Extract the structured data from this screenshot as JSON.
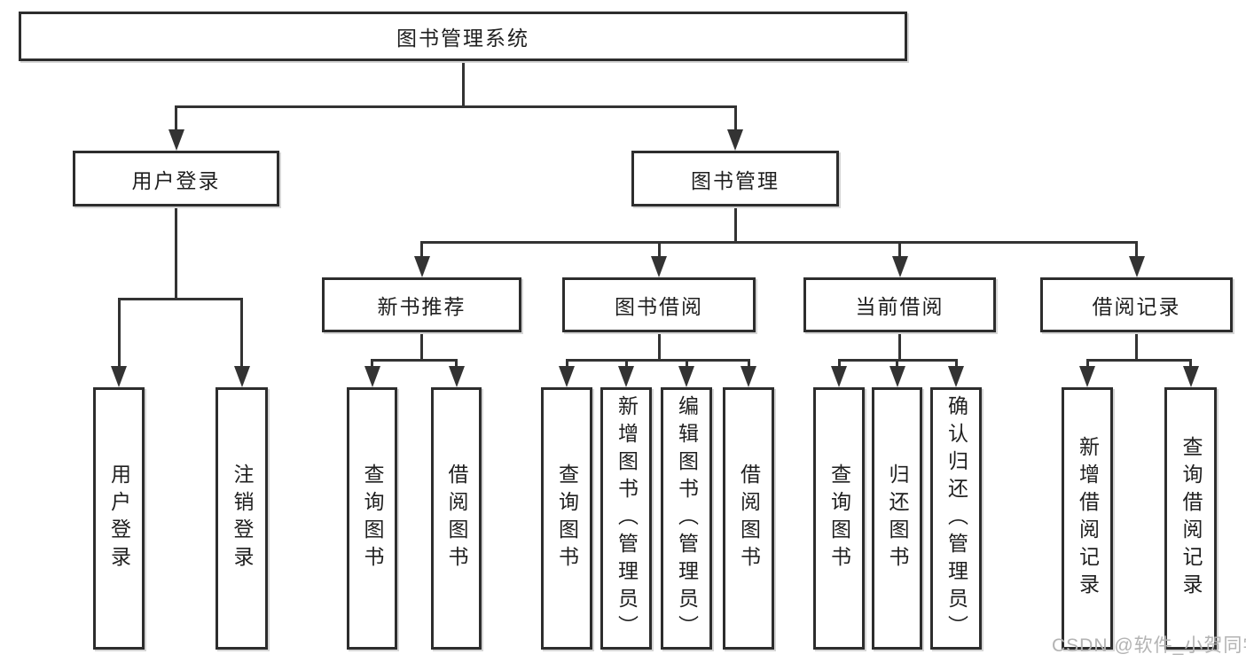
{
  "watermark": "CSDN @软件_小贺同学",
  "colors": {
    "line": "#333333",
    "box_border": "#2d2d2d",
    "text": "#1f1f1f",
    "watermark": "#b3b3b3",
    "background": "#ffffff"
  },
  "tree": {
    "id": "root",
    "label": "图书管理系统",
    "children": [
      {
        "id": "user-login",
        "label": "用户登录",
        "children": [
          {
            "id": "user-login-action",
            "label": "用户登录",
            "vertical": true
          },
          {
            "id": "logout",
            "label": "注销登录",
            "vertical": true
          }
        ]
      },
      {
        "id": "book-mgmt",
        "label": "图书管理",
        "children": [
          {
            "id": "new-book-recommend",
            "label": "新书推荐",
            "children": [
              {
                "id": "nbr-query-book",
                "label": "查询图书",
                "vertical": true
              },
              {
                "id": "nbr-borrow-book",
                "label": "借阅图书",
                "vertical": true
              }
            ]
          },
          {
            "id": "book-borrow",
            "label": "图书借阅",
            "children": [
              {
                "id": "bb-query-book",
                "label": "查询图书",
                "vertical": true
              },
              {
                "id": "bb-add-book",
                "label": "新增图书（管理员）",
                "vertical": true
              },
              {
                "id": "bb-edit-book",
                "label": "编辑图书（管理员）",
                "vertical": true
              },
              {
                "id": "bb-borrow-book",
                "label": "借阅图书",
                "vertical": true
              }
            ]
          },
          {
            "id": "current-borrow",
            "label": "当前借阅",
            "children": [
              {
                "id": "cb-query-book",
                "label": "查询图书",
                "vertical": true
              },
              {
                "id": "cb-return-book",
                "label": "归还图书",
                "vertical": true
              },
              {
                "id": "cb-confirm-return",
                "label": "确认归还（管理员）",
                "vertical": true
              }
            ]
          },
          {
            "id": "borrow-records",
            "label": "借阅记录",
            "children": [
              {
                "id": "br-add-record",
                "label": "新增借阅记录",
                "vertical": true
              },
              {
                "id": "br-query-record",
                "label": "查询借阅记录",
                "vertical": true
              }
            ]
          }
        ]
      }
    ]
  }
}
